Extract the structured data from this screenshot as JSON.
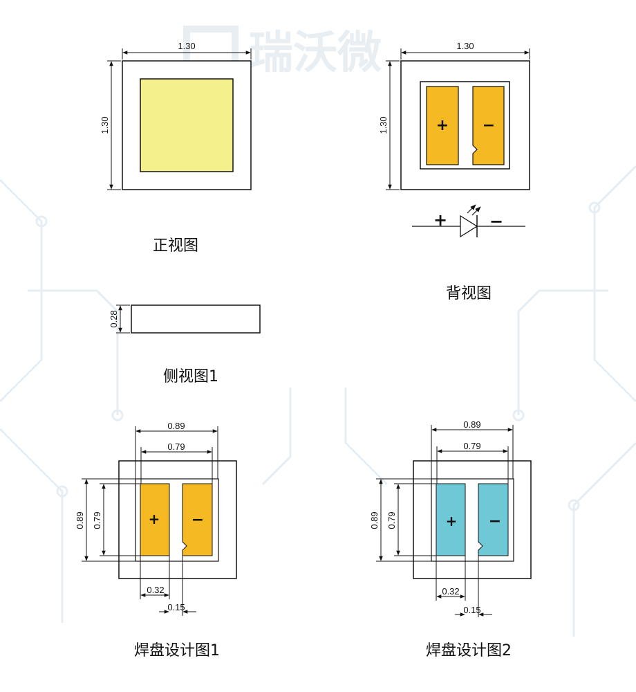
{
  "watermark": {
    "logo_text": "瑞沃微"
  },
  "colors": {
    "emitter": "#f4f08c",
    "pad_orange": "#f5b923",
    "pad_cyan": "#6fc8d6",
    "line": "#111111",
    "circuit_bg": "#e6eef3"
  },
  "front_view": {
    "caption": "正视图",
    "width_dim": "1.30",
    "height_dim": "1.30"
  },
  "back_view": {
    "caption": "背视图",
    "width_dim": "1.30",
    "height_dim": "1.30",
    "plus": "+",
    "minus": "−",
    "symbol_plus": "+",
    "symbol_minus": "−"
  },
  "side_view": {
    "caption": "侧视图1",
    "height_dim": "0.28"
  },
  "pad_design_1": {
    "caption": "焊盘设计图1",
    "outer_dim": "0.89",
    "inner_dim": "0.79",
    "v_outer_dim": "0.89",
    "v_inner_dim": "0.79",
    "pad_width_dim": "0.32",
    "gap_dim": "0.15",
    "plus": "+",
    "minus": "−"
  },
  "pad_design_2": {
    "caption": "焊盘设计图2",
    "outer_dim": "0.89",
    "inner_dim": "0.79",
    "v_outer_dim": "0.89",
    "v_inner_dim": "0.79",
    "pad_width_dim": "0.32",
    "gap_dim": "0.15",
    "plus": "+",
    "minus": "−"
  }
}
